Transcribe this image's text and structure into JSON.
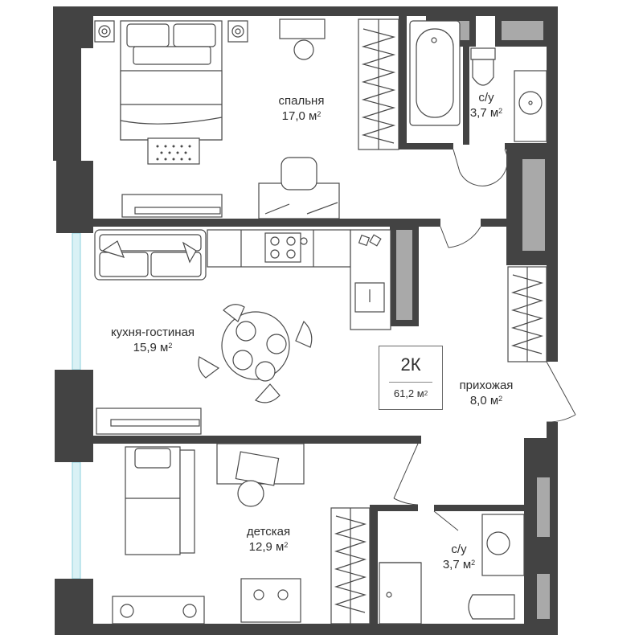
{
  "colors": {
    "wall": "#434343",
    "furniture_line": "#4a4a4a",
    "cabinet_fill": "#a9a9a9",
    "glass": "#8fd1de",
    "background": "#ffffff"
  },
  "apartment": {
    "type": "2К",
    "total_area": "61,2 м",
    "area_unit_sup": "2"
  },
  "rooms": [
    {
      "id": "bedroom",
      "name": "спальня",
      "area": "17,0 м",
      "sup": "2"
    },
    {
      "id": "bath-top",
      "name": "с/у",
      "area": "3,7 м",
      "sup": "2"
    },
    {
      "id": "kitchen-living",
      "name": "кухня-гостиная",
      "area": "15,9 м",
      "sup": "2"
    },
    {
      "id": "hallway",
      "name": "прихожая",
      "area": "8,0 м",
      "sup": "2"
    },
    {
      "id": "kids-room",
      "name": "детская",
      "area": "12,9 м",
      "sup": "2"
    },
    {
      "id": "bath-bottom",
      "name": "с/у",
      "area": "3,7 м",
      "sup": "2"
    }
  ]
}
